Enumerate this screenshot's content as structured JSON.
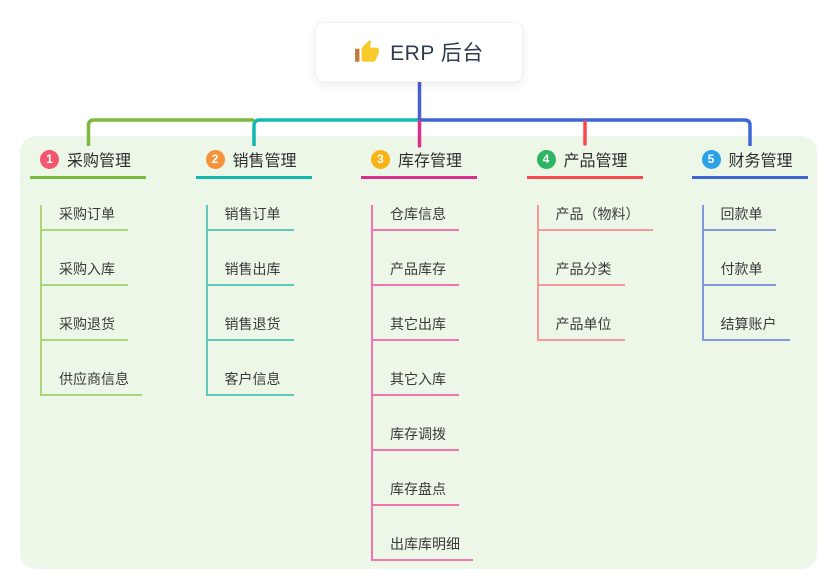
{
  "root": {
    "label": "ERP 后台",
    "icon": "thumbs-up-icon"
  },
  "canvas": {
    "panel_bg": "#edf7e8",
    "root_line_color": "#4d5ecf",
    "title_text_color": "#2e2e2e",
    "child_text_color": "#3a3a3a"
  },
  "branches": [
    {
      "num": "1",
      "label": "采购管理",
      "badge_color": "#f4566f",
      "line_color": "#7cb93f",
      "child_line_color": "#abd579",
      "children": [
        "采购订单",
        "采购入库",
        "采购退货",
        "供应商信息"
      ]
    },
    {
      "num": "2",
      "label": "销售管理",
      "badge_color": "#f6913c",
      "line_color": "#14b8b0",
      "child_line_color": "#5fc9c0",
      "children": [
        "销售订单",
        "销售出库",
        "销售退货",
        "客户信息"
      ]
    },
    {
      "num": "3",
      "label": "库存管理",
      "badge_color": "#f9b316",
      "line_color": "#d9308f",
      "child_line_color": "#f075b0",
      "children": [
        "仓库信息",
        "产品库存",
        "其它出库",
        "其它入库",
        "库存调拨",
        "库存盘点",
        "出库库明细"
      ]
    },
    {
      "num": "4",
      "label": "产品管理",
      "badge_color": "#2eb563",
      "line_color": "#f8484e",
      "child_line_color": "#f59a9c",
      "children": [
        "产品（物料）",
        "产品分类",
        "产品单位"
      ]
    },
    {
      "num": "5",
      "label": "财务管理",
      "badge_color": "#2aa2e8",
      "line_color": "#3e66d4",
      "child_line_color": "#8598da",
      "children": [
        "回款单",
        "付款单",
        "结算账户"
      ]
    }
  ]
}
